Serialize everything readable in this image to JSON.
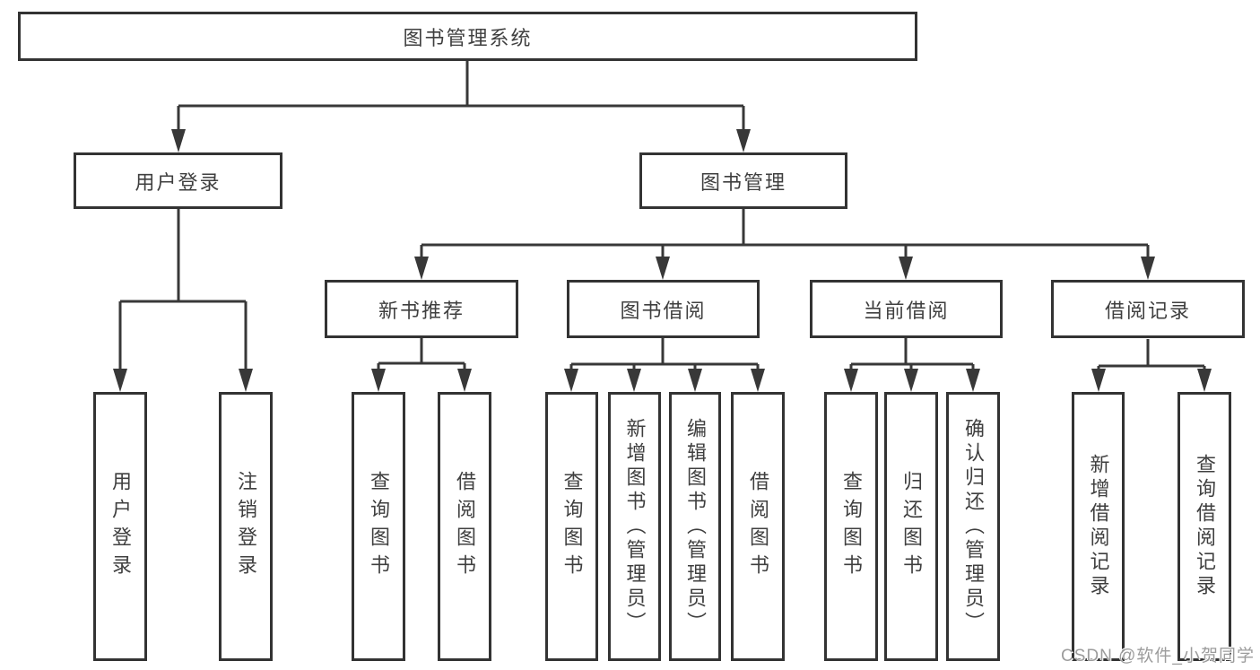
{
  "diagram_title": "图书管理系统",
  "tree": {
    "root": {
      "label": "图书管理系统",
      "children": [
        {
          "label": "用户登录",
          "children": [
            {
              "label": "用户登录"
            },
            {
              "label": "注销登录"
            }
          ]
        },
        {
          "label": "图书管理",
          "children": [
            {
              "label": "新书推荐",
              "children": [
                {
                  "label": "查询图书"
                },
                {
                  "label": "借阅图书"
                }
              ]
            },
            {
              "label": "图书借阅",
              "children": [
                {
                  "label": "查询图书"
                },
                {
                  "label": "新增图书（管理员）"
                },
                {
                  "label": "编辑图书（管理员）"
                },
                {
                  "label": "借阅图书"
                }
              ]
            },
            {
              "label": "当前借阅",
              "children": [
                {
                  "label": "查询图书"
                },
                {
                  "label": "归还图书"
                },
                {
                  "label": "确认归还（管理员）"
                }
              ]
            },
            {
              "label": "借阅记录",
              "children": [
                {
                  "label": "新增借阅记录"
                },
                {
                  "label": "查询借阅记录"
                }
              ]
            }
          ]
        }
      ]
    }
  },
  "watermark": {
    "text": "CSDN @软件_小贺同学"
  },
  "colors": {
    "background": "#ffffff",
    "line": "#383838",
    "box_border": "#333333",
    "text": "#3f3f3f",
    "watermark": "#9c9c9c"
  }
}
